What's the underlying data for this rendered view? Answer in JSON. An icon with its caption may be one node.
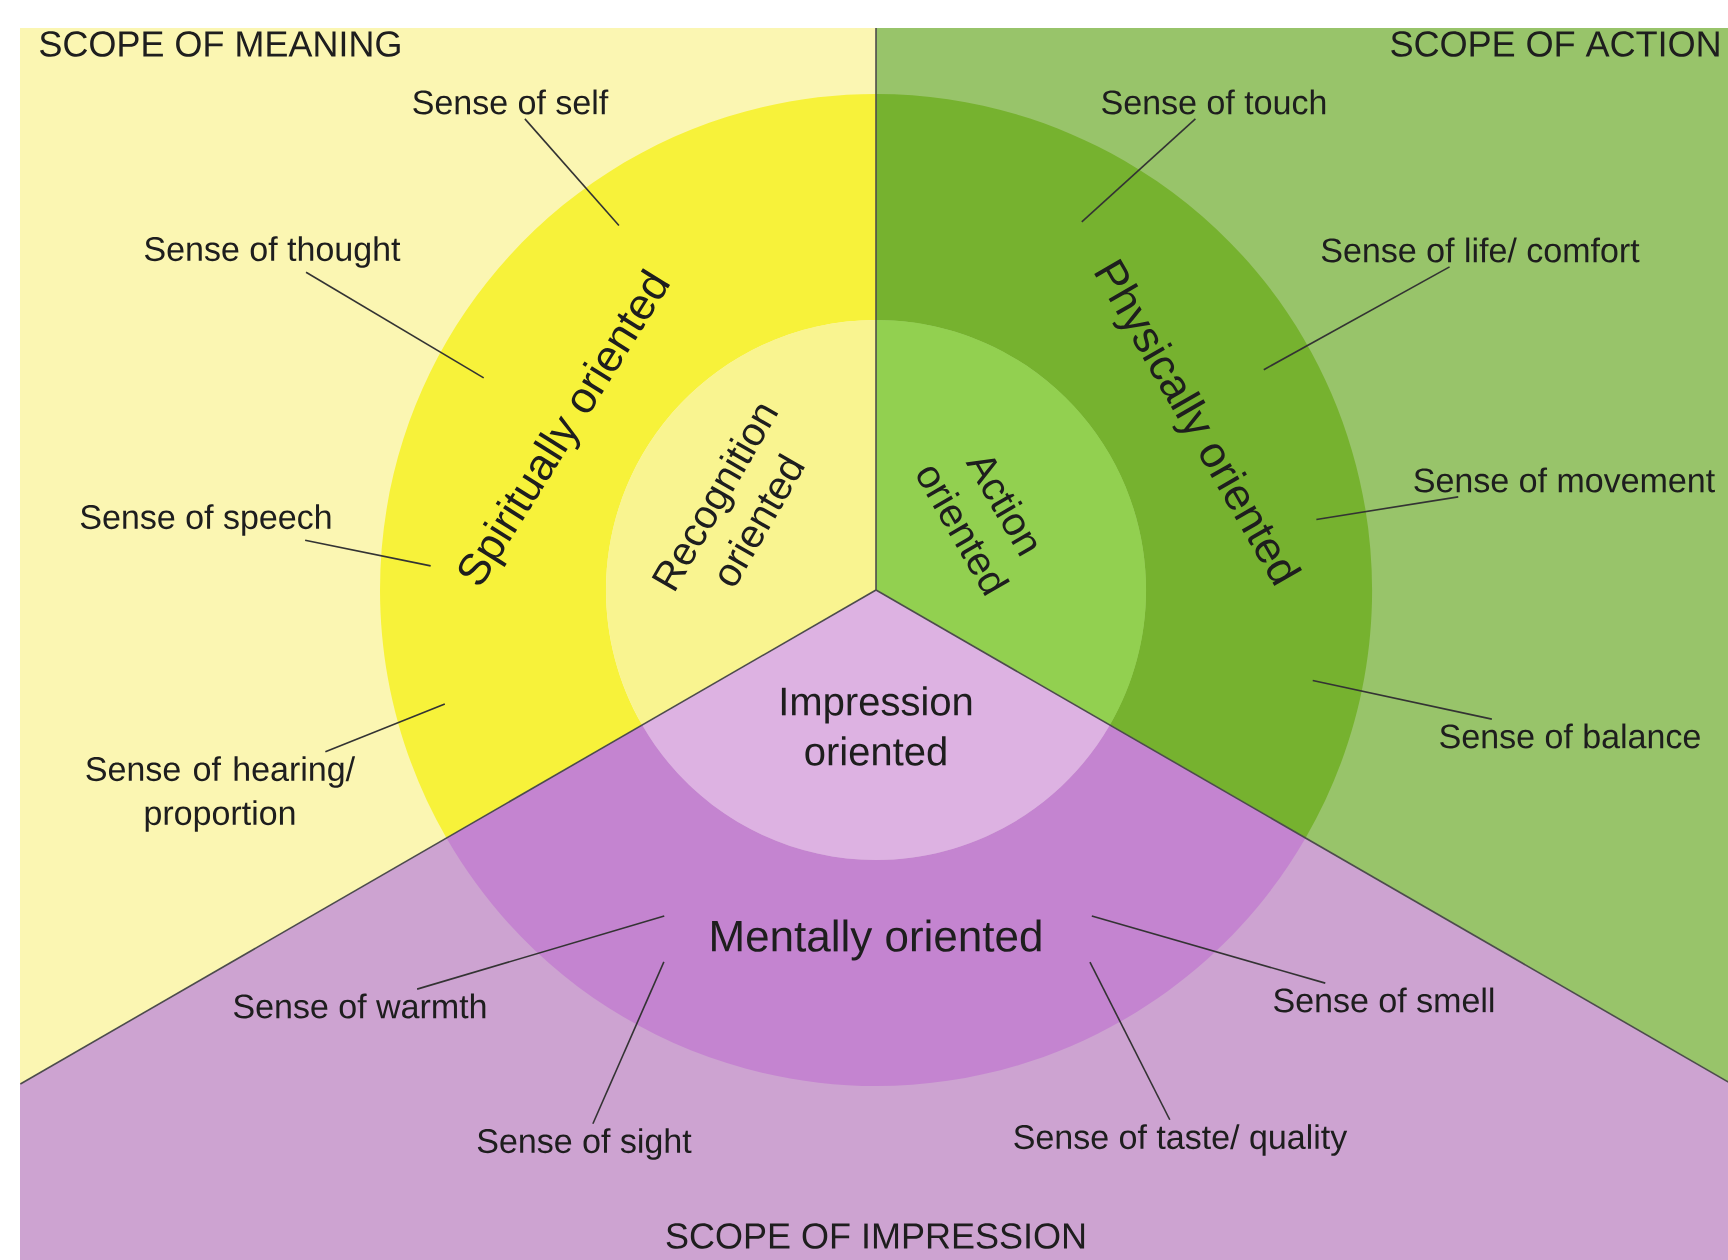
{
  "diagram": {
    "nodes": [
      {
        "text": [
          "SCOPE OF MEANING"
        ]
      },
      {
        "text": [
          "SCOPE OF ACTION"
        ]
      },
      {
        "text": [
          "Spiritually oriented"
        ],
        "in": 0
      },
      {
        "text": [
          "Recognition oriented"
        ],
        "in": 0
      },
      {
        "text": [
          "Physically oriented"
        ],
        "in": 1
      },
      {
        "text": [
          "Action oriented"
        ],
        "in": 1
      },
      {
        "text": [
          "SCOPE OF IMPRESSION"
        ]
      },
      {
        "text": [
          "Impression oriented"
        ],
        "in": 6
      },
      {
        "text": [
          "Mentally oriented"
        ],
        "in": 6
      },
      {
        "text": [
          "Sense of self"
        ],
        "in": 0
      },
      {
        "text": [
          "Sense of touch"
        ],
        "in": 1
      },
      {
        "text": [
          "Sense of thought"
        ],
        "in": 0
      },
      {
        "text": [
          "Sense of life/ comfort"
        ],
        "in": 1
      },
      {
        "text": [
          "Sense of speech"
        ],
        "in": 0
      },
      {
        "text": [
          "Sense of movement"
        ],
        "in": 1
      },
      {
        "text": [
          "Sense of hearing/ proportion"
        ],
        "in": 0
      },
      {
        "text": [
          "Sense of balance"
        ],
        "in": 1
      },
      {
        "text": [
          "Sense of warmth"
        ],
        "in": 6
      },
      {
        "text": [
          "Sense of smell"
        ],
        "in": 6
      },
      {
        "text": [
          "Sense of sight"
        ],
        "in": 6
      },
      {
        "text": [
          "Sense of taste/ quality"
        ],
        "in": 6
      }
    ],
    "edges": [
      {
        "from": 9,
        "to": 2,
        "arrow": "none"
      },
      {
        "from": 10,
        "to": 4,
        "arrow": "none"
      },
      {
        "from": 11,
        "to": 2,
        "arrow": "none"
      },
      {
        "from": 12,
        "to": 4,
        "arrow": "none"
      },
      {
        "from": 13,
        "to": 2,
        "arrow": "none"
      },
      {
        "from": 14,
        "to": 4,
        "arrow": "none"
      },
      {
        "from": 15,
        "to": 2,
        "arrow": "none"
      },
      {
        "from": 16,
        "to": 4,
        "arrow": "none"
      },
      {
        "from": 17,
        "to": 8,
        "arrow": "none"
      },
      {
        "from": 18,
        "to": 8,
        "arrow": "none"
      },
      {
        "from": 19,
        "to": 8,
        "arrow": "none"
      },
      {
        "from": 20,
        "to": 8,
        "arrow": "none"
      }
    ]
  }
}
